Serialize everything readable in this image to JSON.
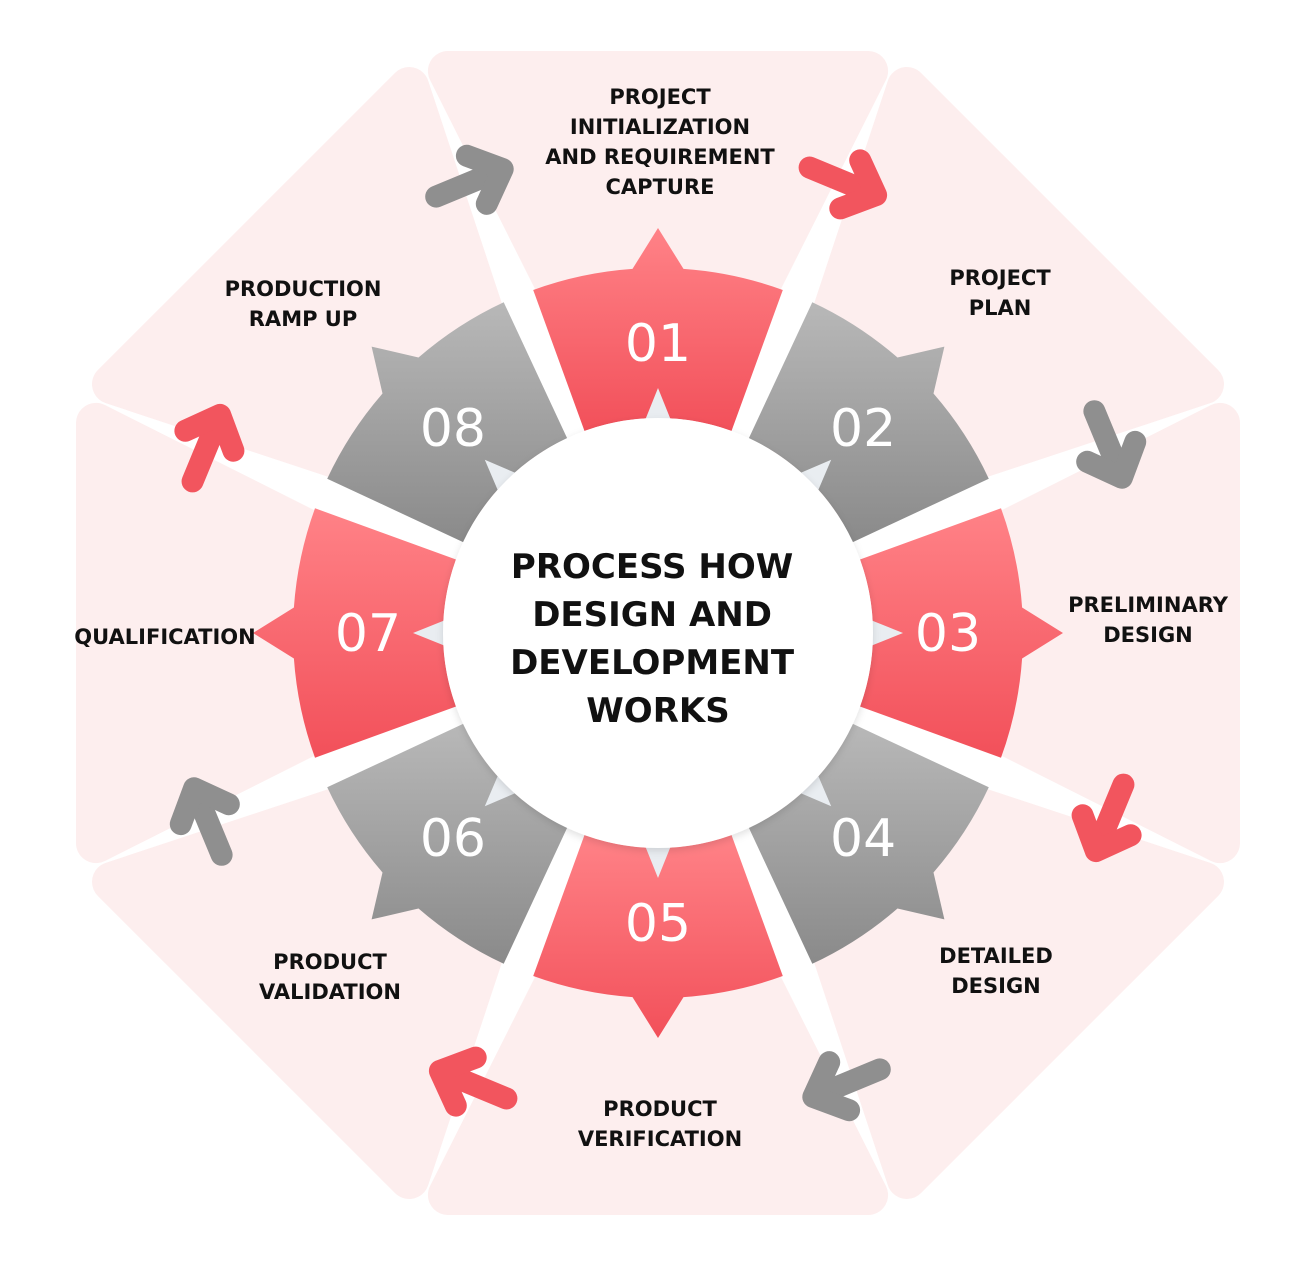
{
  "title_lines": [
    "PROCESS HOW",
    "DESIGN AND",
    "DEVELOPMENT",
    "WORKS"
  ],
  "colors": {
    "accent": "#f2555e",
    "accent_light": "#ff7a80",
    "neutral": "#8f8f8f",
    "neutral_light": "#b5b5b5",
    "panel": "#fdeeee",
    "gap": "#e9edf1"
  },
  "steps": [
    {
      "number": "01",
      "label_lines": [
        "PROJECT",
        "INITIALIZATION",
        "AND REQUIREMENT",
        "CAPTURE"
      ],
      "tone": "accent"
    },
    {
      "number": "02",
      "label_lines": [
        "PROJECT",
        "PLAN"
      ],
      "tone": "neutral"
    },
    {
      "number": "03",
      "label_lines": [
        "PRELIMINARY",
        "DESIGN"
      ],
      "tone": "accent"
    },
    {
      "number": "04",
      "label_lines": [
        "DETAILED",
        "DESIGN"
      ],
      "tone": "neutral"
    },
    {
      "number": "05",
      "label_lines": [
        "PRODUCT",
        "VERIFICATION"
      ],
      "tone": "accent"
    },
    {
      "number": "06",
      "label_lines": [
        "PRODUCT",
        "VALIDATION"
      ],
      "tone": "neutral"
    },
    {
      "number": "07",
      "label_lines": [
        "QUALIFICATION"
      ],
      "tone": "accent"
    },
    {
      "number": "08",
      "label_lines": [
        "PRODUCTION",
        "RAMP UP"
      ],
      "tone": "neutral"
    }
  ],
  "arrows": [
    {
      "tone": "accent"
    },
    {
      "tone": "neutral"
    },
    {
      "tone": "accent"
    },
    {
      "tone": "neutral"
    },
    {
      "tone": "accent"
    },
    {
      "tone": "neutral"
    },
    {
      "tone": "accent"
    },
    {
      "tone": "neutral"
    }
  ]
}
